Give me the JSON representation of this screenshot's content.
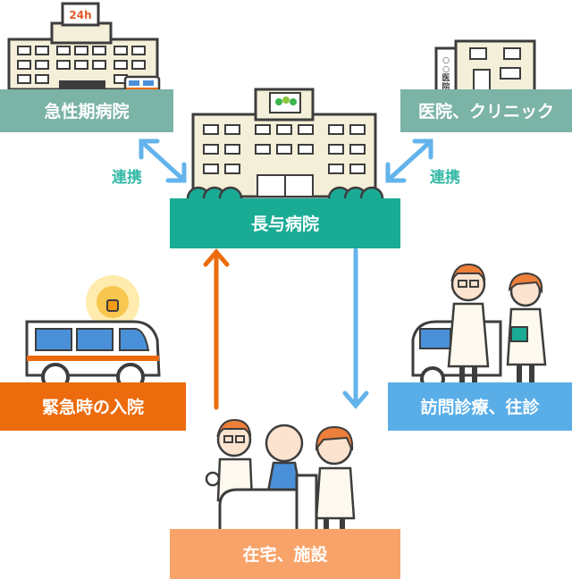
{
  "nodes": {
    "acute_hospital": {
      "label": "急性期病院",
      "sign": "24h"
    },
    "clinic": {
      "label": "医院、クリニック",
      "sign": "○○医院"
    },
    "center": {
      "label": "長与病院"
    },
    "emergency": {
      "label": "緊急時の入院"
    },
    "home_visit": {
      "label": "訪問診療、往診"
    },
    "home": {
      "label": "在宅、施設"
    }
  },
  "links": {
    "left": "連携",
    "right": "連携"
  },
  "colors": {
    "teal_box": "#7bb3a6",
    "green_box": "#1aab95",
    "orange_box": "#ec6b0c",
    "blue_box": "#5aaee8",
    "peach_box": "#f8a36a",
    "blue_arrow": "#63b3ec",
    "orange_arrow": "#ec6b0c",
    "link_text": "#35b9a6",
    "outline": "#3d3d3d"
  }
}
